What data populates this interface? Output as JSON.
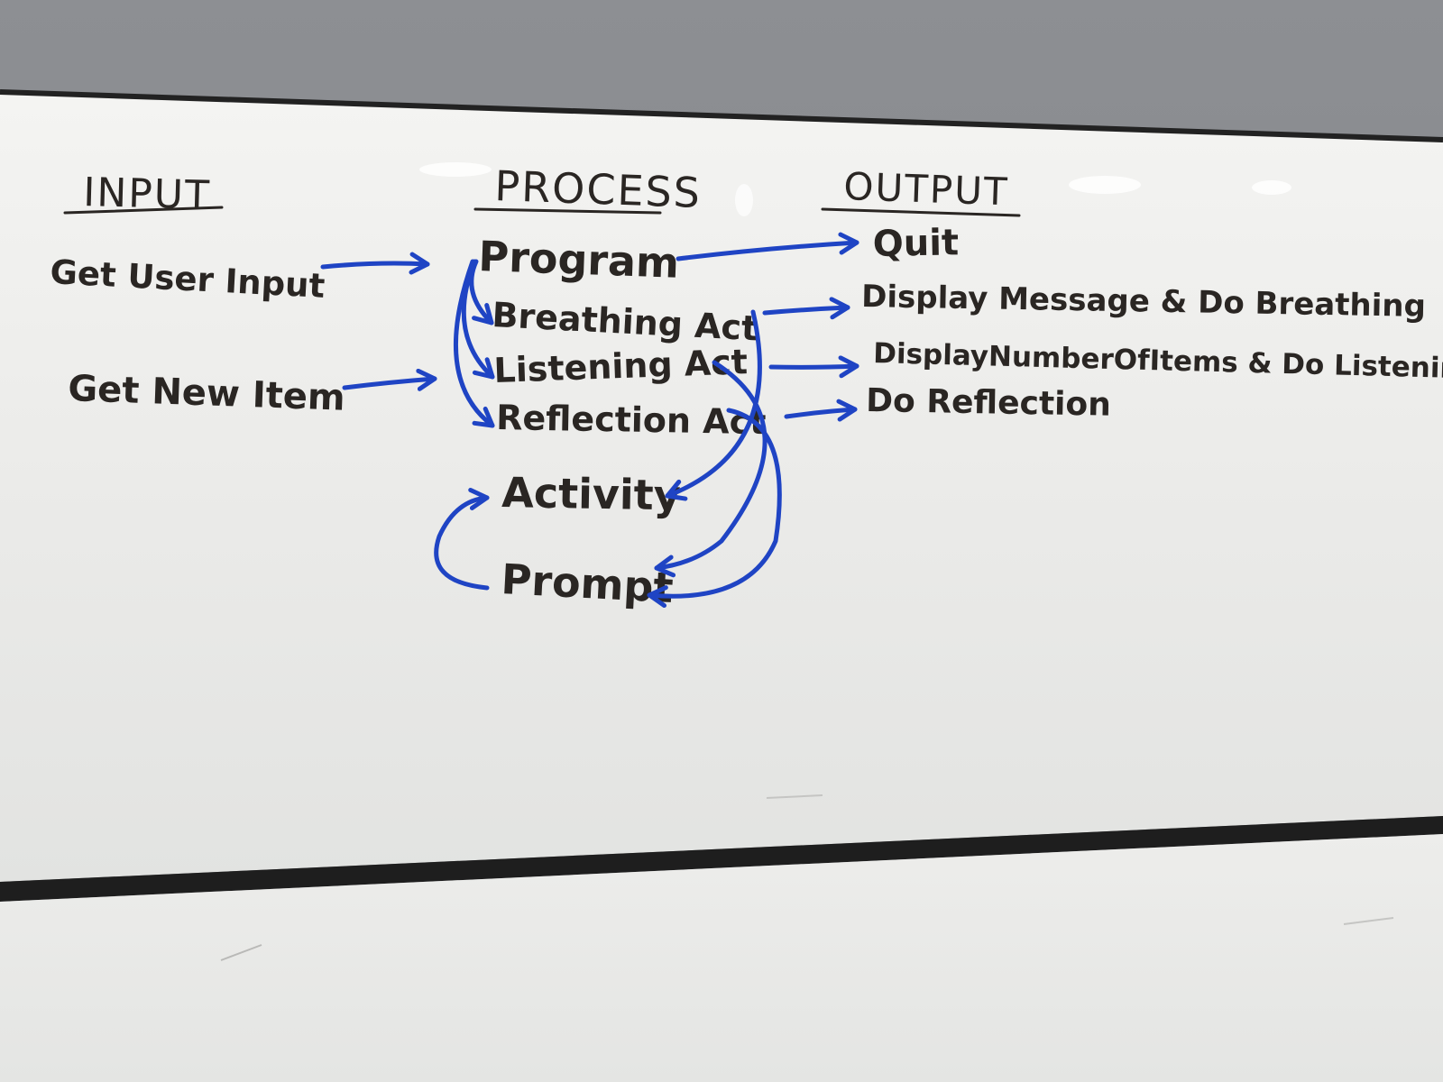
{
  "colors": {
    "marker_black": "#2a2623",
    "marker_blue": "#1f44c4",
    "board": "#eeeeec",
    "frame": "#1e1e1e",
    "wall": "#8a8c90"
  },
  "headers": {
    "input": "INPUT",
    "process": "PROCESS",
    "output": "OUTPUT"
  },
  "inputs": [
    "Get User Input",
    "Get New Item"
  ],
  "process": [
    "Program",
    "Breathing Act",
    "Listening Act",
    "Reflection Act",
    "Activity",
    "Prompt"
  ],
  "outputs": [
    "Quit",
    "Display Message & Do Breathing",
    "DisplayNumberOfItems & Do Listening",
    "Do Reflection"
  ]
}
